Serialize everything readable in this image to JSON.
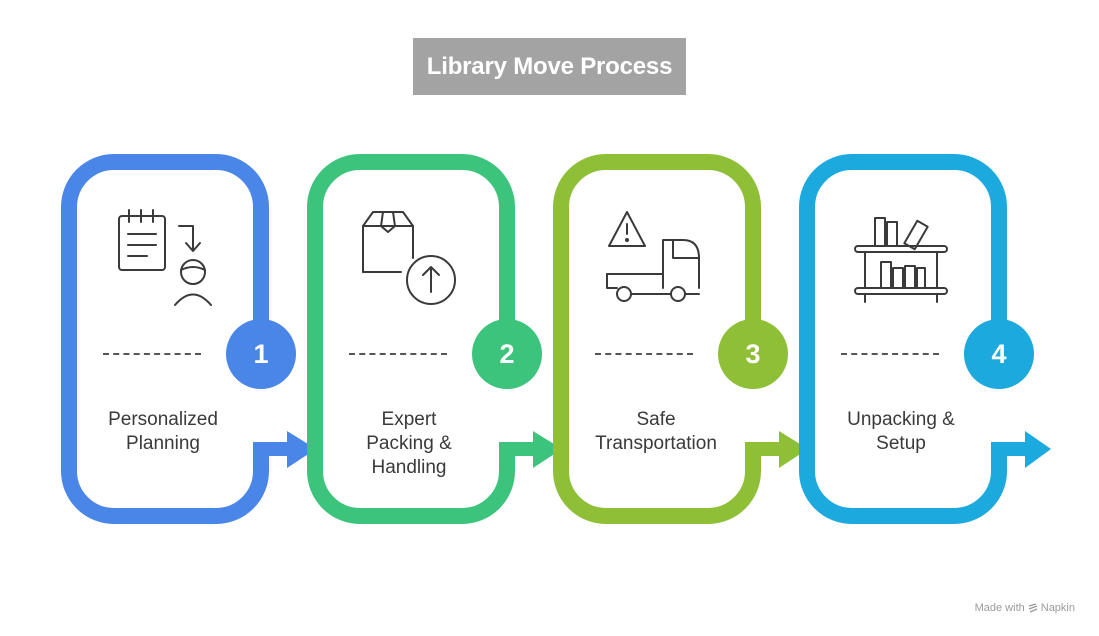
{
  "title": "Library Move Process",
  "steps": [
    {
      "number": "1",
      "label_lines": [
        "Personalized",
        "Planning"
      ],
      "color": "#4a86e8",
      "icon": "planning-icon"
    },
    {
      "number": "2",
      "label_lines": [
        "Expert",
        "Packing &",
        "Handling"
      ],
      "color": "#3cc47c",
      "icon": "packing-box-icon"
    },
    {
      "number": "3",
      "label_lines": [
        "Safe",
        "Transportation"
      ],
      "color": "#8ebf37",
      "icon": "transport-truck-icon"
    },
    {
      "number": "4",
      "label_lines": [
        "Unpacking &",
        "Setup"
      ],
      "color": "#1ca9dd",
      "icon": "bookshelf-icon"
    }
  ],
  "credit": {
    "prefix": "Made with",
    "brand": "Napkin"
  }
}
